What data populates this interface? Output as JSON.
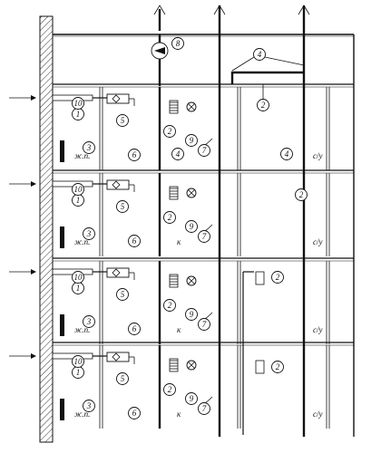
{
  "diagram": {
    "room_labels": {
      "living": "ж.п.",
      "kitchen": "к",
      "bathroom": "с/у"
    },
    "callouts": [
      "1",
      "2",
      "3",
      "4",
      "5",
      "6",
      "7",
      "8",
      "9",
      "10"
    ],
    "floors": 4
  }
}
